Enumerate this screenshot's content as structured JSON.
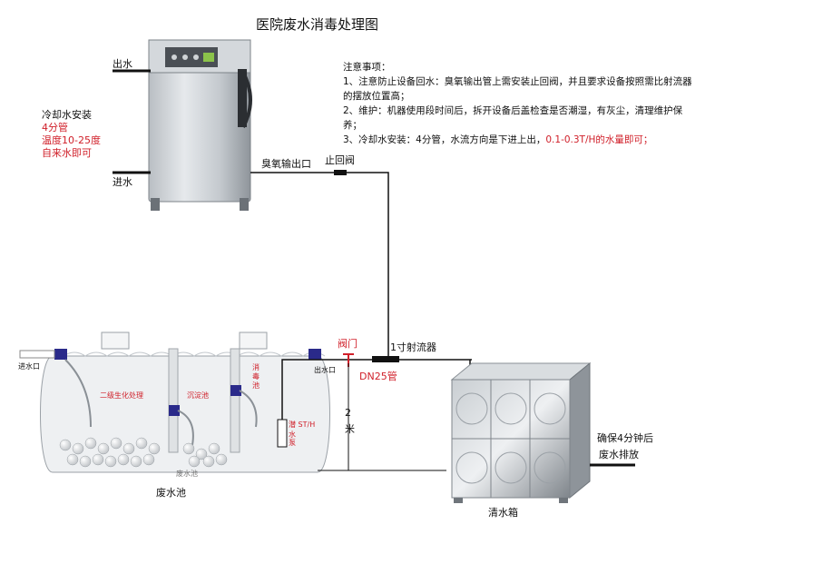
{
  "title": "医院废水消毒处理图",
  "notes": {
    "heading": "注意事项：",
    "item1": "1、注意防止设备回水：臭氧输出管上需安装止回阀，并且要求设备按照需比射流器的摆放位置高；",
    "item2": "2、维护：机器使用段时间后，拆开设备后盖检查是否潮湿，有灰尘，清理维护保养；",
    "item3_prefix": "3、冷却水安装：4分管，水流方向是下进上出，",
    "item3_red": "0.1-0.3T/H的水量即可；"
  },
  "labels": {
    "water_out": "出水",
    "water_in": "进水",
    "cooling_title": "冷却水安装",
    "cooling_pipe": "4分管",
    "cooling_temp": "温度10-25度",
    "cooling_tap": "自来水即可",
    "ozone_outlet": "臭氧输出口",
    "check_valve": "止回阀",
    "valve": "阀门",
    "ejector": "1寸射流器",
    "dn25": "DN25管",
    "height_num": "2",
    "height_unit": "米",
    "ensure_time": "确保4分钟后",
    "discharge": "废水排放",
    "clean_tank": "清水箱",
    "waste_pool": "废水池",
    "inlet": "进水口",
    "outlet": "出水口",
    "bio_zone": "二级生化处理",
    "sediment_zone": "沉淀池",
    "disinfect_zone": "消毒池",
    "pump_flow": "潜 ST/H",
    "pump_name": "水泵",
    "pool_small": "废水池"
  },
  "colors": {
    "accent_red": "#d0202a",
    "connector_blue": "#2a2a8a",
    "steel": "#9aa0a6"
  }
}
